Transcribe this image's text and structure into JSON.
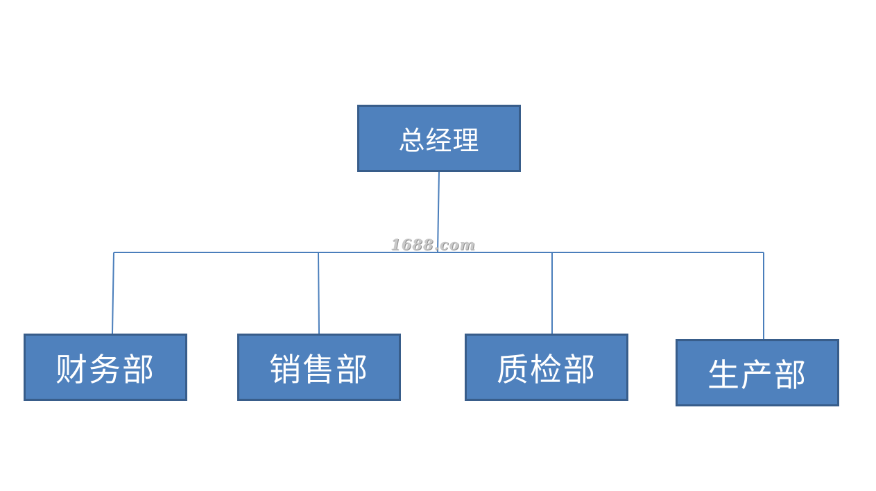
{
  "org_chart": {
    "root": {
      "label": "总经理"
    },
    "departments": [
      {
        "label": "财务部"
      },
      {
        "label": "销售部"
      },
      {
        "label": "质检部"
      },
      {
        "label": "生产部"
      }
    ]
  },
  "watermark": {
    "text": "1688.com"
  },
  "colors": {
    "box_fill": "#4f81bd",
    "box_border": "#385d8a",
    "connector": "#4a7ebb",
    "box_text": "#ffffff",
    "watermark": "#c9c9c9"
  }
}
